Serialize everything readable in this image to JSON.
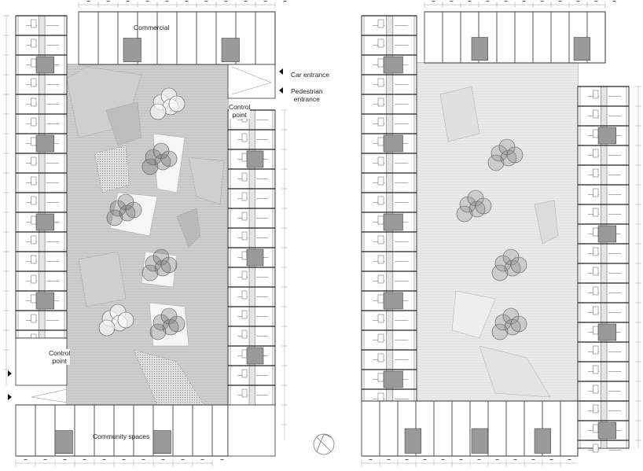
{
  "left_plan": {
    "labels": {
      "commercial": "Commercial",
      "car_entrance": "Car entrance",
      "pedestrian_entrance_1": "Pedestrian",
      "pedestrian_entrance_2": "entrance",
      "control_point_top_1": "Control",
      "control_point_top_2": "point",
      "control_point_bottom_1": "Control",
      "control_point_bottom_2": "point",
      "community_spaces": "Community spaces"
    },
    "courtyard_color": "#c9c9c9"
  },
  "right_plan": {
    "courtyard_color": "#e6e6e6"
  },
  "compass": {
    "icon": "north-arrow-icon"
  },
  "colors": {
    "line": "#333333",
    "core": "#9a9a9a",
    "hatch": "#b5b5b5"
  }
}
